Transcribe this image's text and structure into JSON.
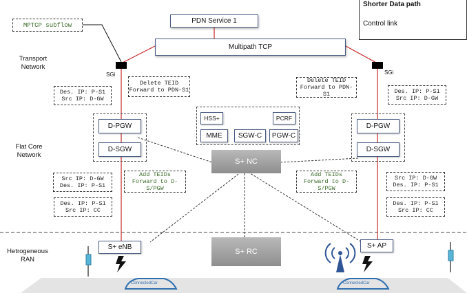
{
  "legend": {
    "shorter_data_path": "Shorter Data path",
    "control_link": "Control link"
  },
  "mptcp_subflow": "MPTCP subflow",
  "pdn_service": "PDN Service 1",
  "multipath_tcp": "Multipath TCP",
  "sections": {
    "transport_1": "Transport",
    "transport_2": "Network",
    "core_1": "Flat Core",
    "core_2": "Network",
    "ran_1": "Hetrogeneous",
    "ran_2": "RAN"
  },
  "sgi_label": "SGi",
  "left": {
    "des_pgw": [
      "Des. IP: P-S1",
      "Src IP: D-GW"
    ],
    "delete_teid": [
      "Delete TEID",
      "Forward to PDN-S1"
    ],
    "pgw": "D-PGW",
    "sgw": "D-SGW",
    "src_dgw": [
      "Src IP: D-GW",
      "Des. IP: P-S1"
    ],
    "add_teids": [
      "Add TEIDs",
      "Forward to D-S/PGW"
    ],
    "des_cc": [
      "Des. IP: P-S1",
      "Src IP: CC"
    ],
    "enb": "S+ eNB"
  },
  "right": {
    "delete_teid": [
      "Delete TEID",
      "Forward to PDN-S1"
    ],
    "des_pgw": [
      "Des. IP: P-S1",
      "Src IP: D-GW"
    ],
    "pgw": "D-PGW",
    "sgw": "D-SGW",
    "add_teids": [
      "Add TEIDs",
      "Forward to D-S/PGW"
    ],
    "src_dgw": [
      "Src IP: D-GW",
      "Des. IP: P-S1"
    ],
    "des_cc": [
      "Des. IP: P-S1",
      "Src IP: CC"
    ],
    "ap": "S+ AP"
  },
  "core": {
    "hss": "HSS+",
    "pcrf": "PCRF",
    "mme": "MME",
    "sgwc": "SGW-C",
    "pgwc": "PGW-C"
  },
  "nc": "S+ NC",
  "rc": "S+ RC",
  "car_logo": "ConnectedCar",
  "colors": {
    "data_path": "#c62828",
    "text_green": "#3c6b2a",
    "box_border": "#4a5a82",
    "gray_node": "#a0a0a0"
  }
}
